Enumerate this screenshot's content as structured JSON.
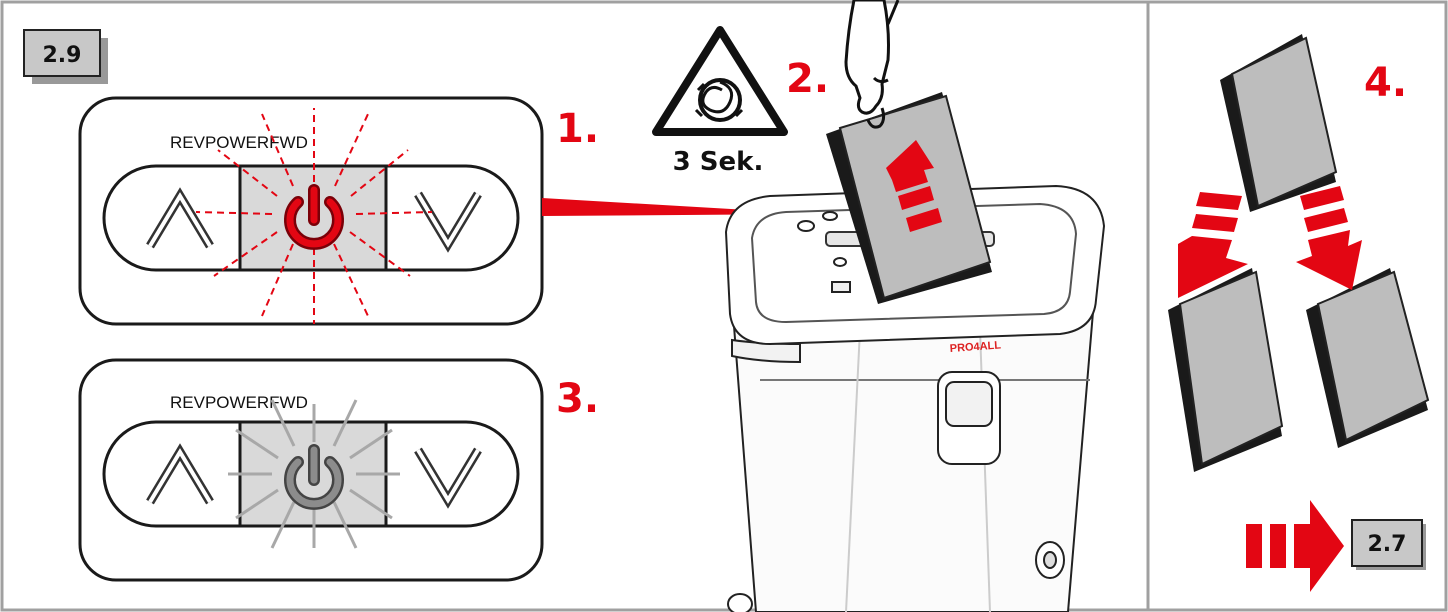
{
  "figure": {
    "badge_left": "2.9",
    "badge_right": "2.7",
    "panel_label": "REVPOWERFWD",
    "steps": [
      "1.",
      "2.",
      "3.",
      "4."
    ],
    "timer": "3 Sek.",
    "shredder_logo": "PRO4ALL",
    "icons": [
      "up-arrow-icon",
      "power-icon",
      "down-arrow-icon",
      "auto-rotation-warning-icon",
      "hand-icon",
      "paper-stack-icon",
      "arrow-right-icon"
    ],
    "colors": {
      "accent": "#e30613",
      "badge_bg": "#c8c8c8",
      "panel_fill": "#d9d9d9",
      "outline": "#1a1a1a",
      "frame": "#a0a0a0"
    }
  }
}
